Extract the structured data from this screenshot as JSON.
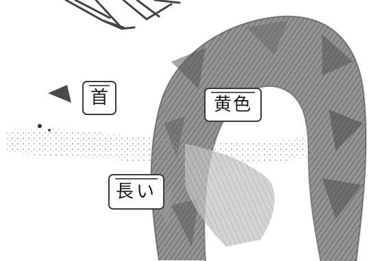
{
  "labels": {
    "head": "首",
    "color": "黄色",
    "neck": "長い"
  },
  "colors": {
    "dark": "#3a3a3a",
    "mid": "#7a7a7a",
    "light": "#bdbdbd",
    "speckle": "#9a9a9a"
  }
}
